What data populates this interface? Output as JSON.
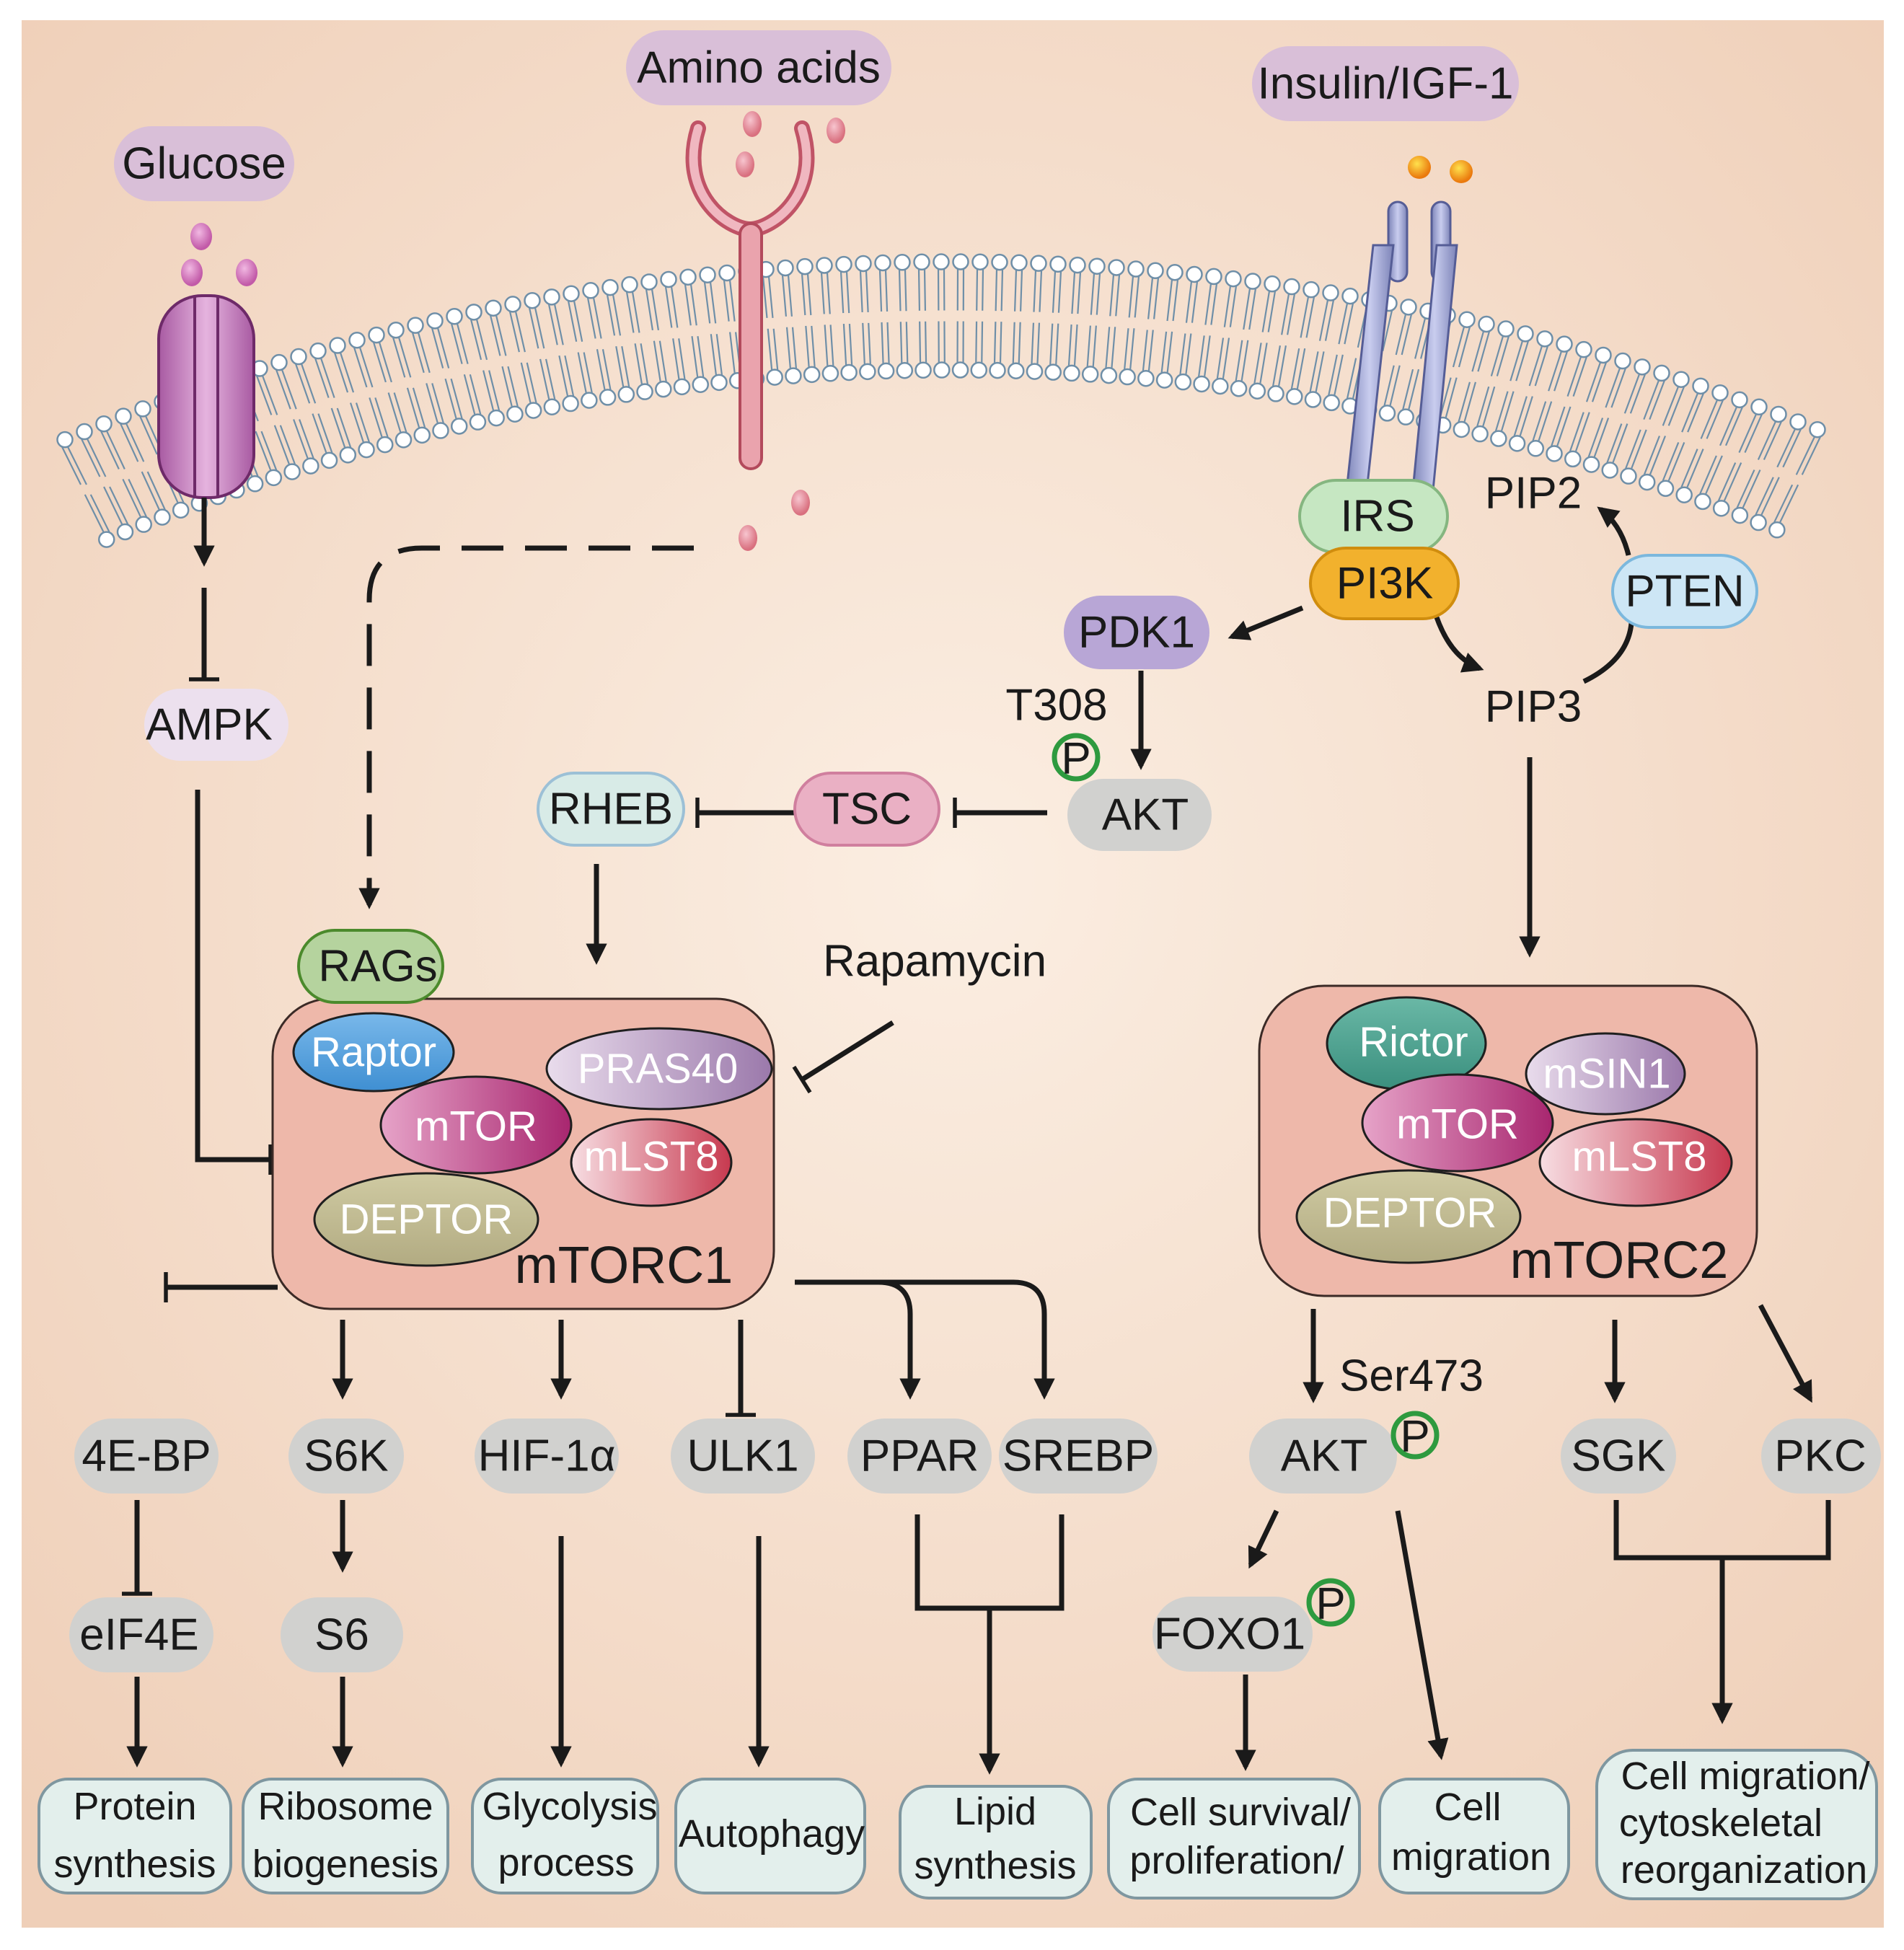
{
  "inputs": {
    "glucose": "Glucose",
    "amino_acids": "Amino acids",
    "insulin": "Insulin/IGF-1"
  },
  "upstream": {
    "ampk": "AMPK",
    "irs": "IRS",
    "pi3k": "PI3K",
    "pip2": "PIP2",
    "pip3": "PIP3",
    "pten": "PTEN",
    "pdk1": "PDK1",
    "t308": "T308",
    "akt": "AKT",
    "tsc": "TSC",
    "rheb": "RHEB",
    "rags": "RAGs",
    "rapamycin": "Rapamycin",
    "phospho": "P"
  },
  "mtorc1": {
    "title": "mTORC1",
    "raptor": "Raptor",
    "pras40": "PRAS40",
    "mtor": "mTOR",
    "mlst8": "mLST8",
    "deptor": "DEPTOR"
  },
  "mtorc2": {
    "title": "mTORC2",
    "rictor": "Rictor",
    "msin1": "mSIN1",
    "mtor": "mTOR",
    "mlst8": "mLST8",
    "deptor": "DEPTOR"
  },
  "effectors": {
    "ebp": "4E-BP",
    "s6k": "S6K",
    "hif": "HIF-1α",
    "ulk1": "ULK1",
    "ppar": "PPAR",
    "srebp": "SREBP",
    "eif4e": "eIF4E",
    "s6": "S6",
    "ser473": "Ser473",
    "akt2": "AKT",
    "foxo1": "FOXO1",
    "sgk": "SGK",
    "pkc": "PKC"
  },
  "outcomes": {
    "protein": [
      "Protein",
      "synthesis"
    ],
    "ribosome": [
      "Ribosome",
      "biogenesis"
    ],
    "glycolysis": [
      "Glycolysis",
      "process"
    ],
    "autophagy": "Autophagy",
    "lipid": [
      "Lipid",
      "synthesis"
    ],
    "survival": [
      "Cell survival/",
      "proliferation/"
    ],
    "migration": [
      "Cell",
      "migration"
    ],
    "cytoskeleton": [
      "Cell migration/",
      "cytoskeletal",
      "reorganization"
    ]
  },
  "colors": {
    "background": "#f3d9c6",
    "input_pill": "#d9bfd8",
    "node_gray": "#d1d1cf",
    "outcome_box": "#e3efec",
    "complex": "#eeb8aa",
    "phospho_ring": "#2e9a3f"
  }
}
